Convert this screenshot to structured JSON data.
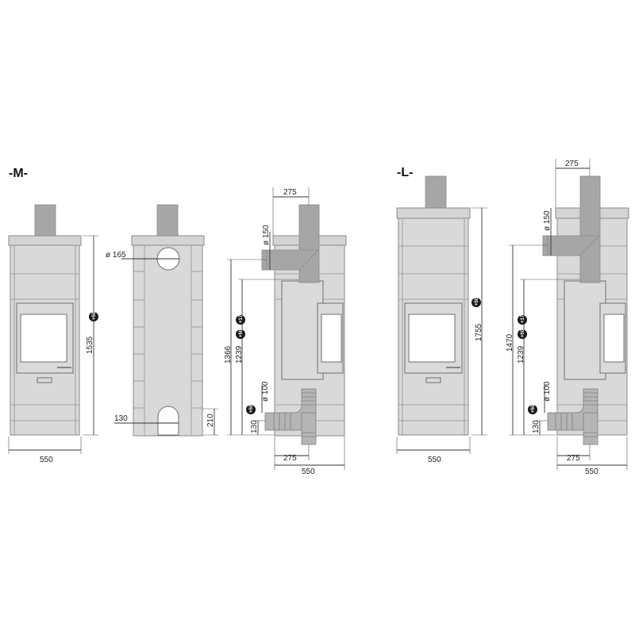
{
  "variants": {
    "m": {
      "label": "-M-"
    },
    "l": {
      "label": "-L-"
    }
  },
  "dimensions": {
    "m_front_width": "550",
    "m_front_height": "1535",
    "m_back_inlet_diameter": "ø 165",
    "m_back_lower_width": "130",
    "m_back_lower_height": "210",
    "m_side_top_offset": "275",
    "m_side_flue_diameter": "ø 150",
    "m_side_height_1366": "1366",
    "m_side_height_1239": "1239",
    "m_side_air_diameter": "ø 100",
    "m_side_air_height": "130",
    "m_side_bottom_offset": "275",
    "m_side_depth": "550",
    "l_front_width": "550",
    "l_front_height": "1755",
    "l_side_top_offset": "275",
    "l_side_flue_diameter": "ø 150",
    "l_side_height_1470": "1470",
    "l_side_height_1239": "1239",
    "l_side_air_diameter": "ø 100",
    "l_side_air_height": "130",
    "l_side_bottom_offset": "275",
    "l_side_depth": "550"
  },
  "badges": {
    "m_front_height_badge": "+50",
    "m_side_1366_badge": "+17",
    "m_side_1239_badge": "+50",
    "m_side_air_badge": "+50",
    "l_front_height_badge": "+50",
    "l_side_1470_badge": "+17",
    "l_side_1239_badge": "+50",
    "l_side_air_badge": "+50"
  },
  "colors": {
    "stove_body": "#d9d9d9",
    "flue_pipe": "#a6a6a6",
    "outline": "#8a8a8a",
    "badge": "#1a1a1a"
  }
}
